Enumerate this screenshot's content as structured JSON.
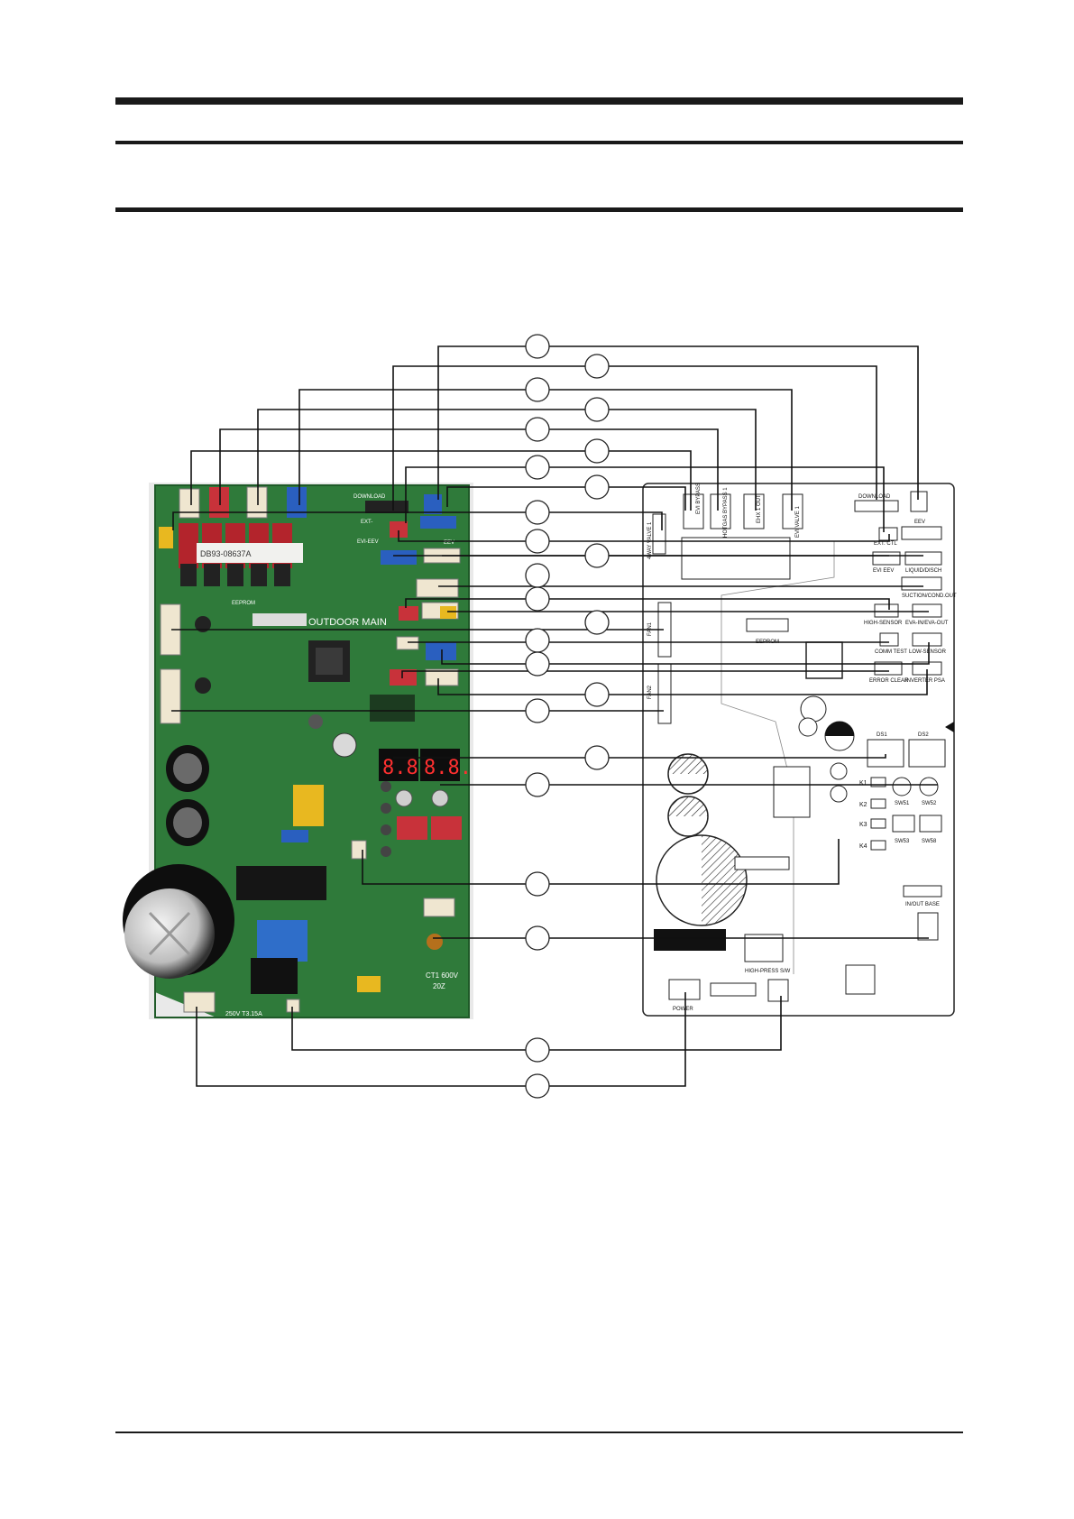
{
  "board_photo": {
    "silkscreen": {
      "board_title": "OUTDOOR MAIN",
      "part_sticker": "DB93-08637A ",
      "download": "DOWNLOAD",
      "eeprom": "EEPROM",
      "ext": "EXT-",
      "evi": "EVI-EEV",
      "eev": "EEV",
      "ct_rating": "CT1 600V",
      "ct_code": "20Z",
      "fuse_rating": "250V T3.15A"
    }
  },
  "schematic": {
    "labels": {
      "download": "DOWNLOAD",
      "eev": "EEV",
      "evi_bypass": "EVI BYPASS",
      "hotgas_bypass": "HOTGAS BYPASS 1",
      "ehx_1_out": "EHX 1 OUT",
      "evi_valve": "EVI VALVE 1",
      "valve_4way": "4WAY VALVE 1",
      "ext_ctl": "EXT. CTL",
      "evi_eev": "EVI EEV",
      "liquid_disch": "LIQUID/DISCH",
      "suction_cond": "SUCTION/COND.OUT",
      "high_sensor": "HIGH-SENSOR",
      "eva_in_out": "EVA-IN/EVA-OUT",
      "low_sensor": "LOW-SENSOR",
      "comm_test": "COMM TEST",
      "error_clear": "ERROR CLEAR",
      "inverter_psa": "INVERTER PSA",
      "eeprom": "EEPROM",
      "fan1": "FAN1",
      "fan2": "FAN2",
      "ds1": "DS1",
      "ds2": "DS2",
      "k1": "K1",
      "k2": "K2",
      "k3": "K3",
      "k4": "K4",
      "sw51": "SW51",
      "sw52": "SW52",
      "sw53": "SW53",
      "sw58": "SW58",
      "in_out_base": "IN/OUT BASE",
      "high_press_sw": "HIGH-PRESS S/W",
      "power": "POWER"
    }
  },
  "colors": {
    "pcb_green": "#2f7a3a",
    "pcb_dark": "#1f5a28",
    "connector_red": "#c8323a",
    "connector_blue": "#2a5fbf",
    "connector_cream": "#efe6d0",
    "connector_yellow": "#e8b820",
    "leader_line": "#111111",
    "callout_border": "#222222"
  }
}
